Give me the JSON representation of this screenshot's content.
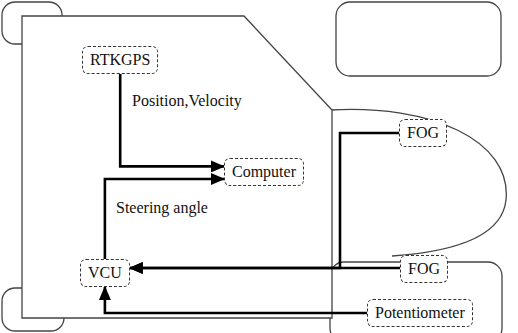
{
  "diagram": {
    "nodes": [
      {
        "text": [
          "RTKGPS"
        ]
      },
      {
        "text": [
          "Computer"
        ]
      },
      {
        "text": [
          "FOG"
        ]
      },
      {
        "text": [
          "VCU"
        ]
      },
      {
        "text": [
          "FOG"
        ]
      },
      {
        "text": [
          "Potentiometer"
        ]
      }
    ],
    "edges": [
      {
        "from": 0,
        "to": 1,
        "label": "Position,Velocity",
        "arrow": "to"
      },
      {
        "from": 3,
        "to": 1,
        "label": "Steering angle",
        "arrow": "to"
      },
      {
        "from": 2,
        "to": 3,
        "arrow": "to"
      },
      {
        "from": 4,
        "to": 3,
        "arrow": "to"
      },
      {
        "from": 5,
        "to": 3,
        "arrow": "to"
      }
    ]
  }
}
